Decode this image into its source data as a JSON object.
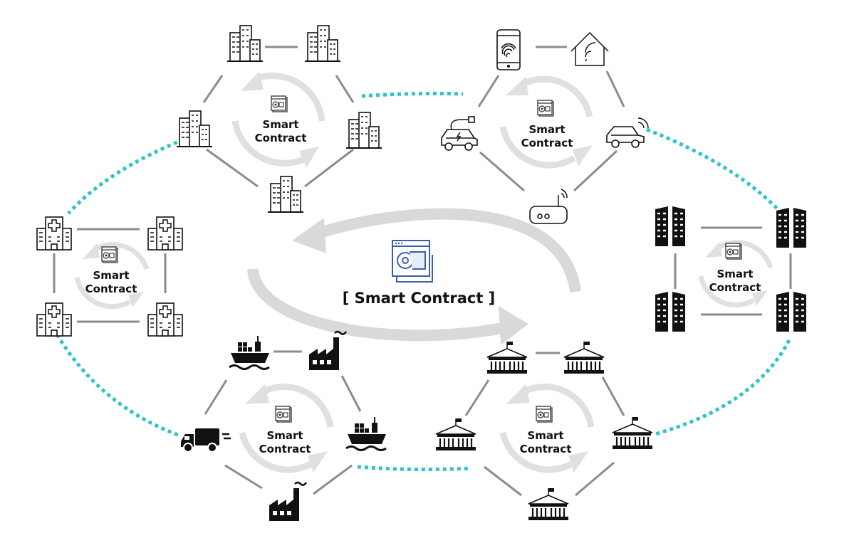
{
  "center": {
    "label": "[ Smart Contract ]",
    "icon": "smart-contract-icon",
    "accent": "#3b5ea8"
  },
  "clusters": [
    {
      "id": "cluster-buildings",
      "line1": "Smart",
      "line2": "Contract",
      "icon": "office-building-icon",
      "node_count": 5
    },
    {
      "id": "cluster-iot",
      "line1": "Smart",
      "line2": "Contract",
      "icons": [
        "smartphone-fingerprint-icon",
        "smart-home-icon",
        "electric-car-icon",
        "connected-car-icon",
        "wifi-router-icon"
      ]
    },
    {
      "id": "cluster-hospitals",
      "line1": "Smart",
      "line2": "Contract",
      "icon": "hospital-icon",
      "node_count": 4
    },
    {
      "id": "cluster-skyscrapers",
      "line1": "Smart",
      "line2": "Contract",
      "icon": "skyscraper-icon",
      "node_count": 4
    },
    {
      "id": "cluster-logistics",
      "line1": "Smart",
      "line2": "Contract",
      "icons": [
        "cargo-ship-icon",
        "factory-icon",
        "delivery-truck-icon",
        "cargo-ship-icon",
        "factory-icon"
      ]
    },
    {
      "id": "cluster-government",
      "line1": "Smart",
      "line2": "Contract",
      "icon": "government-building-icon",
      "node_count": 5
    }
  ],
  "colors": {
    "inter_cluster_link": "#2ec4c8",
    "intra_cluster_link": "#8c8c8c",
    "cycle_arrow": "#e0e0e0",
    "icon": "#111111"
  }
}
